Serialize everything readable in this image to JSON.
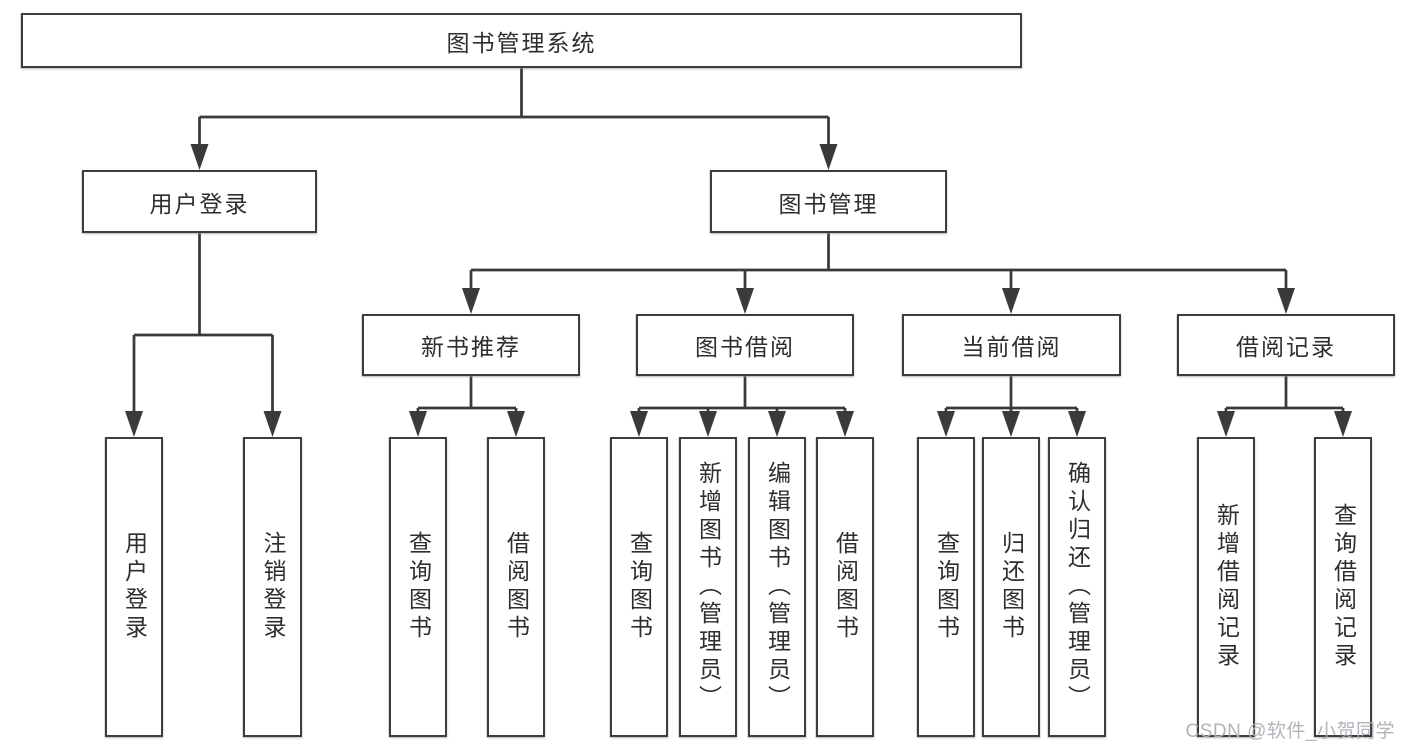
{
  "title": "图书管理系统",
  "tree": {
    "root": {
      "label": "图书管理系统",
      "children": [
        {
          "label": "用户登录",
          "children": [
            {
              "label": "用户登录"
            },
            {
              "label": "注销登录"
            }
          ]
        },
        {
          "label": "图书管理",
          "children": [
            {
              "label": "新书推荐",
              "children": [
                {
                  "label": "查询图书"
                },
                {
                  "label": "借阅图书"
                }
              ]
            },
            {
              "label": "图书借阅",
              "children": [
                {
                  "label": "查询图书"
                },
                {
                  "label": "新增图书（管理员）"
                },
                {
                  "label": "编辑图书（管理员）"
                },
                {
                  "label": "借阅图书"
                }
              ]
            },
            {
              "label": "当前借阅",
              "children": [
                {
                  "label": "查询图书"
                },
                {
                  "label": "归还图书"
                },
                {
                  "label": "确认归还（管理员）"
                }
              ]
            },
            {
              "label": "借阅记录",
              "children": [
                {
                  "label": "新增借阅记录"
                },
                {
                  "label": "查询借阅记录"
                }
              ]
            }
          ]
        }
      ]
    }
  },
  "watermark": "CSDN @软件_小贺同学",
  "colors": {
    "line": "#3a3a3a",
    "box_border": "#3d3d3d",
    "text": "#2e2e2e",
    "watermark": "#afafb7",
    "background": "#ffffff"
  }
}
